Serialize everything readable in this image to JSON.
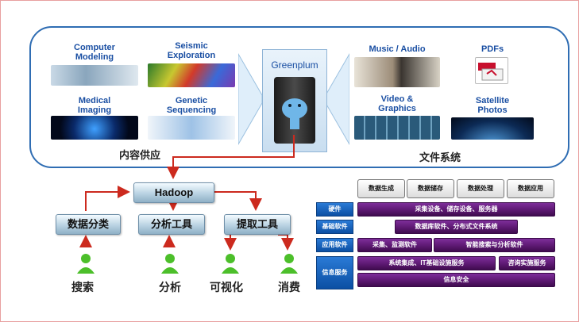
{
  "content_tiles": [
    {
      "label_lines": [
        "Computer",
        "Modeling"
      ],
      "icon": "eye-closeup-image"
    },
    {
      "label_lines": [
        "Seismic",
        "Exploration"
      ],
      "icon": "seismic-map-image"
    },
    {
      "label_lines": [
        "Medical",
        "Imaging"
      ],
      "icon": "brain-scan-image"
    },
    {
      "label_lines": [
        "Genetic",
        "Sequencing"
      ],
      "icon": "dna-helix-image"
    },
    {
      "label_lines": [
        "Music / Audio"
      ],
      "icon": "musician-image"
    },
    {
      "label_lines": [
        "PDFs"
      ],
      "icon": "adobe-pdf-icon"
    },
    {
      "label_lines": [
        "Video &",
        "Graphics"
      ],
      "icon": "video-wall-image"
    },
    {
      "label_lines": [
        "Satellite",
        "Photos"
      ],
      "icon": "satellite-earth-image"
    }
  ],
  "greenplum": {
    "title": "Greenplum",
    "icon": "greenplum-device-image"
  },
  "sections": {
    "left": "内容供应",
    "right": "文件系统"
  },
  "hadoop": "Hadoop",
  "tools": [
    "数据分类",
    "分析工具",
    "提取工具"
  ],
  "users": [
    "搜索",
    "分析",
    "可视化",
    "消费"
  ],
  "colors": {
    "panel_border": "#2f6db3",
    "arrow": "#cc2a1e",
    "bar_purple": "#5a176f",
    "label_blue": "#0b4fa3"
  },
  "stack": {
    "headers": [
      "数据生成",
      "数据储存",
      "数据处理",
      "数据应用"
    ],
    "rows": [
      {
        "label": "硬件",
        "bars": [
          "采集设备、储存设备、服务器"
        ]
      },
      {
        "label": "基础软件",
        "bars": [
          "数据库软件、分布式文件系统"
        ]
      },
      {
        "label": "应用软件",
        "bars": [
          "采集、监测软件",
          "智能搜索与分析软件"
        ]
      },
      {
        "label": "信息服务",
        "bars": [
          "系统集成、IT基础设施服务",
          "咨询实施服务",
          "信息安全"
        ]
      }
    ]
  }
}
